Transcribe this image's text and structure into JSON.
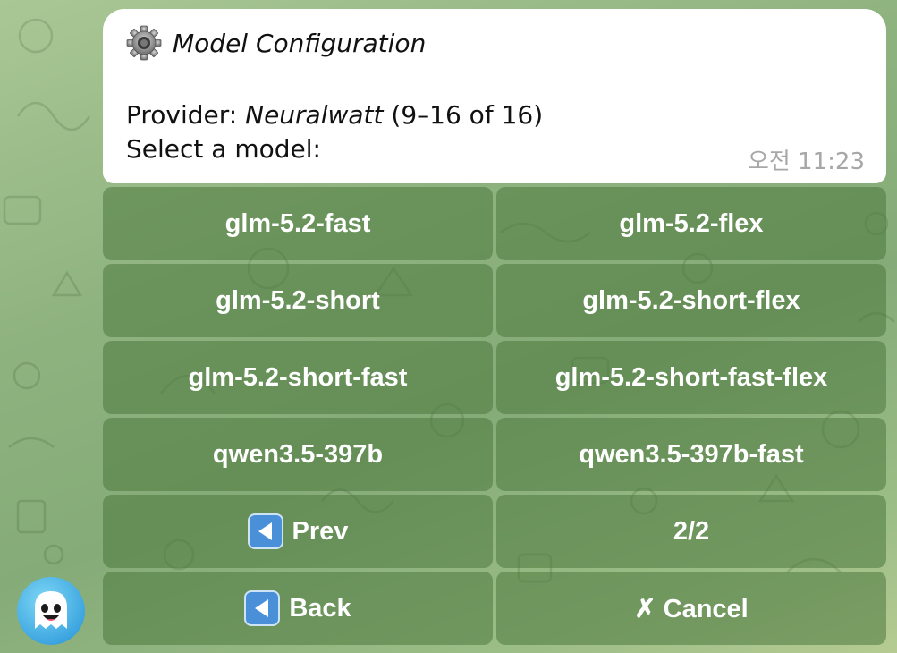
{
  "message": {
    "title": "Model Configuration",
    "provider_prefix": "Provider: ",
    "provider_name": "Neuralwatt",
    "provider_suffix": " (9–16 of 16)",
    "prompt": "Select a model:",
    "time": "오전 11:23",
    "title_icon": "gear-icon"
  },
  "keyboard": {
    "buttons": [
      {
        "label": "glm-5.2-fast"
      },
      {
        "label": "glm-5.2-flex"
      },
      {
        "label": "glm-5.2-short"
      },
      {
        "label": "glm-5.2-short-flex"
      },
      {
        "label": "glm-5.2-short-fast"
      },
      {
        "label": "glm-5.2-short-fast-flex"
      },
      {
        "label": "qwen3.5-397b"
      },
      {
        "label": "qwen3.5-397b-fast"
      },
      {
        "label": "Prev",
        "icon": "left-arrow-icon"
      },
      {
        "label": "2/2"
      },
      {
        "label": "Back",
        "icon": "left-arrow-icon"
      },
      {
        "label": "✗ Cancel"
      }
    ]
  },
  "colors": {
    "bubble": "#ffffff",
    "button_bg": "#4c783e",
    "button_text": "#ffffff",
    "time_text": "#a7a7a7",
    "arrow_button": "#4a90d9"
  }
}
